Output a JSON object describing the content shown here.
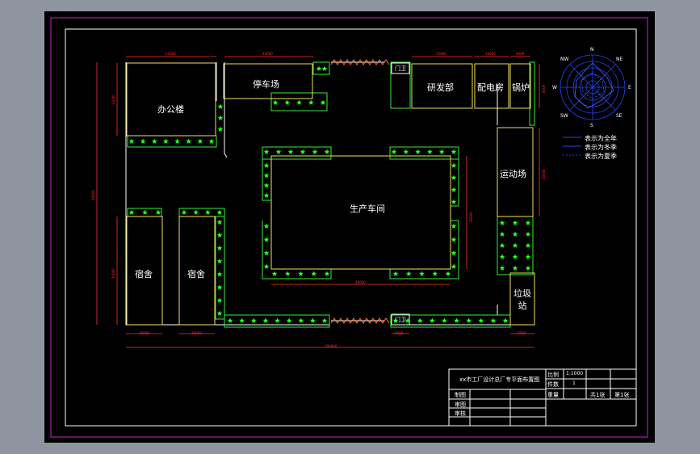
{
  "colors": {
    "background": "#000000",
    "frame_outer": "#cc22cc",
    "building": "#f0e060",
    "road": "#ffffff",
    "greenery": "#22ff22",
    "dimension": "#ff3030",
    "compass": "#2244ff"
  },
  "buildings": {
    "office": "办公楼",
    "parking": "停车场",
    "rnd": "研发部",
    "power_room": "配电房",
    "boiler": "锅炉",
    "sports": "运动场",
    "workshop": "生产车间",
    "dorm1": "宿舍",
    "dorm2": "宿舍",
    "garbage": "垃圾站",
    "gate1": "门卫",
    "gate2": "门卫"
  },
  "compass": {
    "n": "N",
    "ne": "NE",
    "e": "E",
    "se": "SE",
    "s": "S",
    "sw": "SW",
    "w": "W",
    "nw": "NW"
  },
  "legend": [
    {
      "text": "表示为全年",
      "style": "solid"
    },
    {
      "text": "表示为冬季",
      "style": "solid"
    },
    {
      "text": "表示为夏季",
      "style": "dashed"
    }
  ],
  "title_block": {
    "title": "xx市工厂设计总厂专平面布置图",
    "scale_label": "比例",
    "scale_value": "1:1000",
    "sheet_count_label": "件数",
    "sheet_count_value": "1",
    "weight_label": "重量",
    "total": "共1张",
    "page": "第1张",
    "designer": "制图",
    "checker": "审图",
    "reviewer": "审核"
  },
  "dimensions": {
    "office_w": "23000",
    "parking_w": "24000",
    "rnd_w": "15000",
    "power_w": "10000",
    "boiler_w": "6000",
    "office_h": "12000",
    "left_total": "64000",
    "dorm_h": "30000",
    "workshop_w": "46000",
    "workshop_h": "30000",
    "sports_h": "20000",
    "dorm1_w": "10000",
    "dorm2_w": "10000",
    "gate_w": "5000",
    "garbage_w": "7000",
    "total_w": "106000",
    "boiler_h": "8000"
  }
}
